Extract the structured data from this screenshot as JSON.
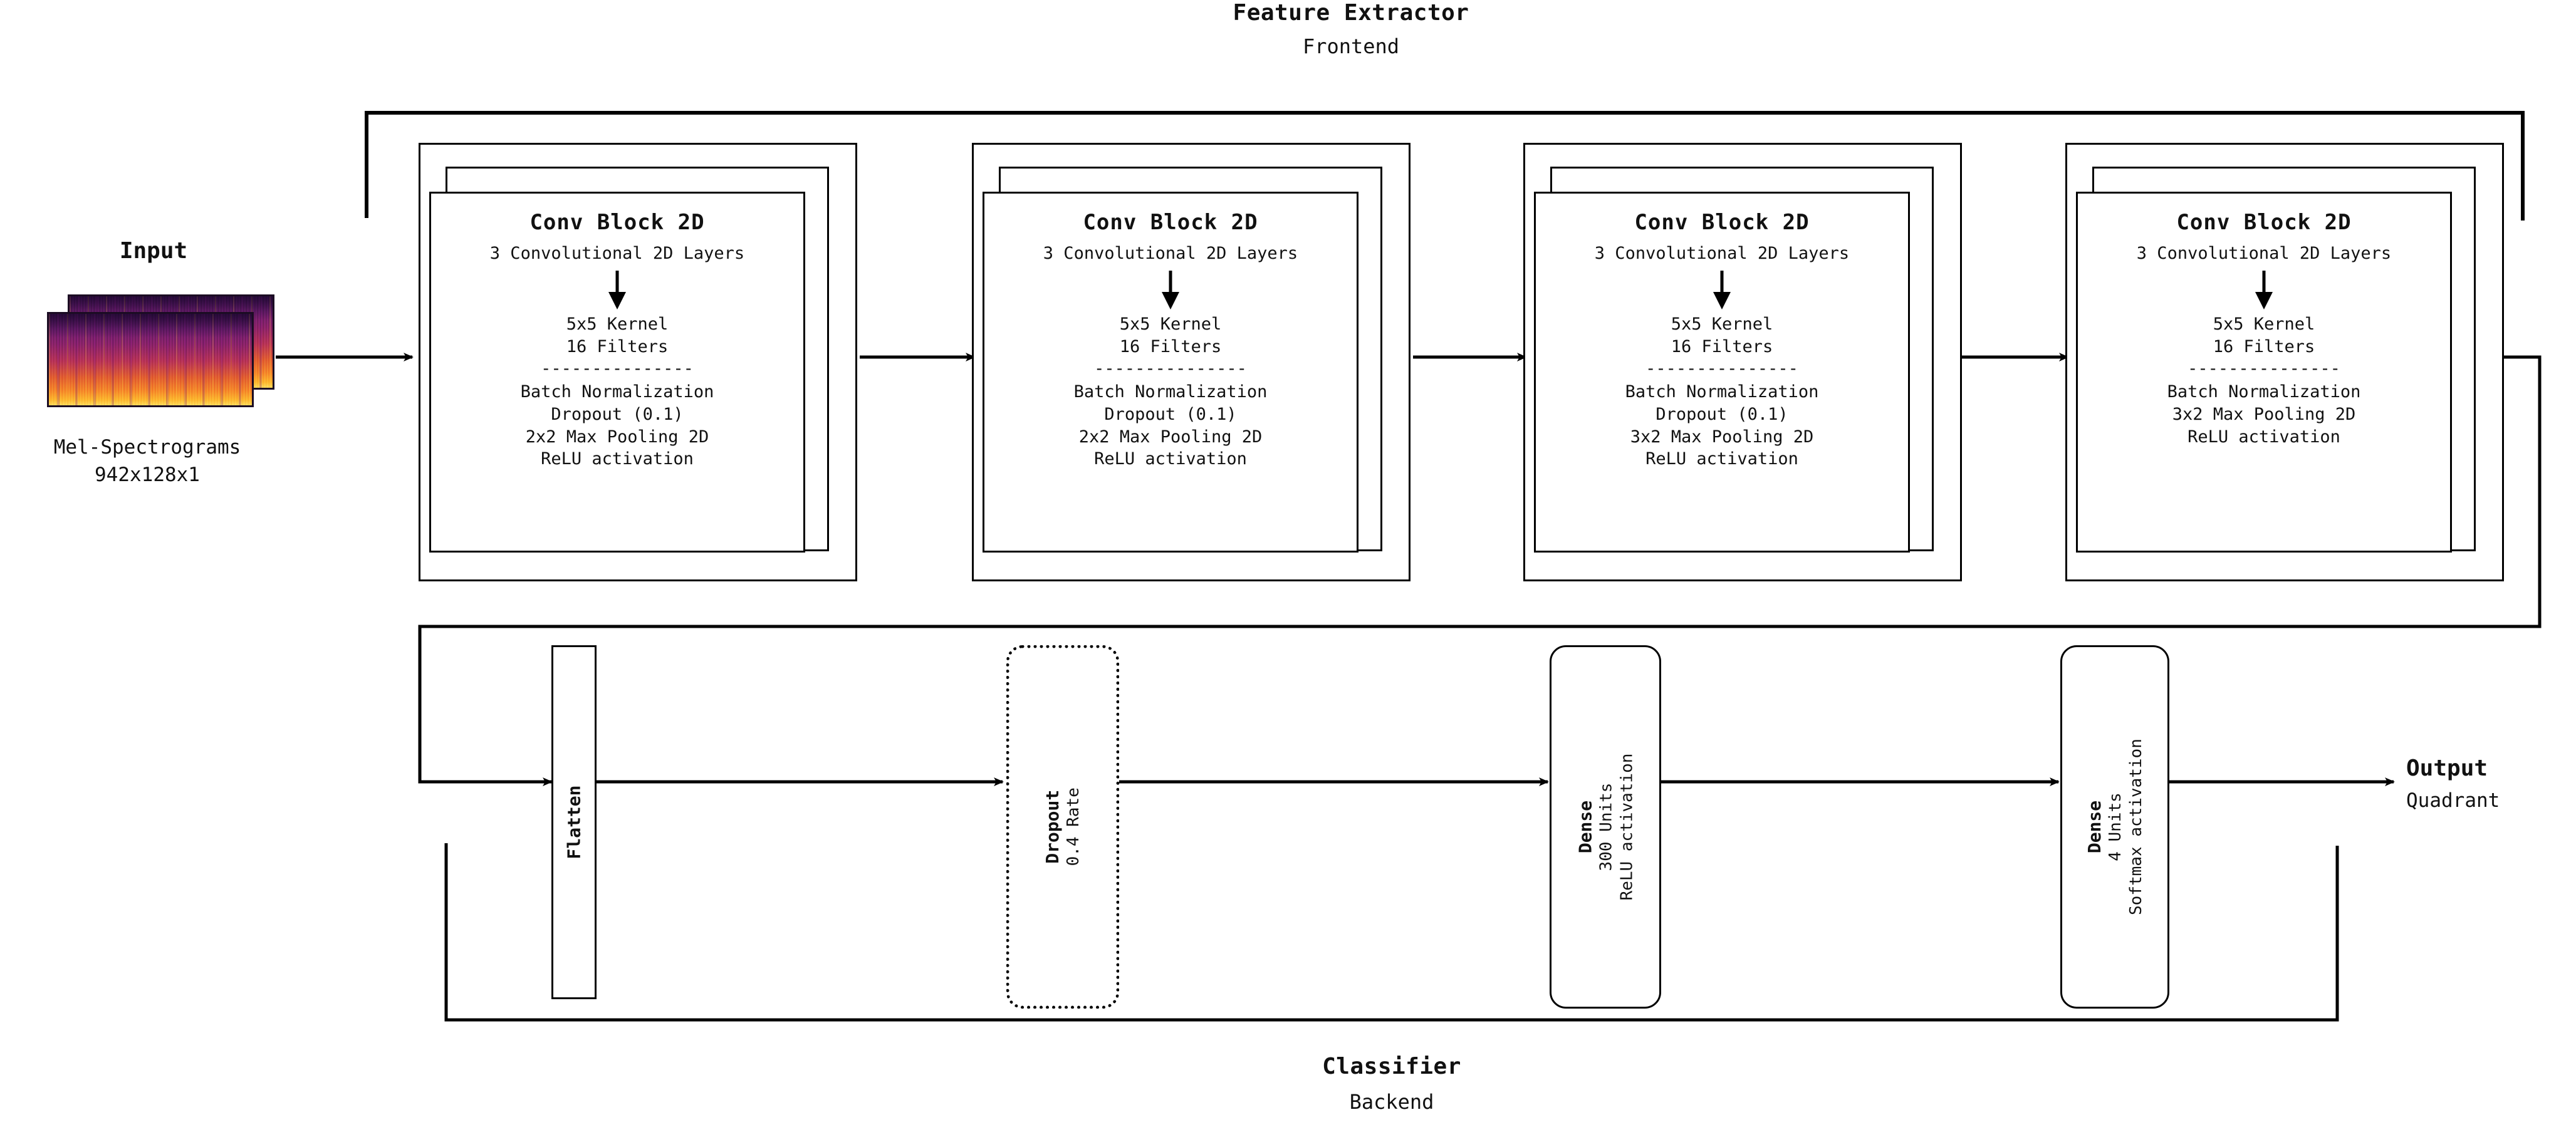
{
  "sections": {
    "frontend": {
      "title": "Feature Extractor",
      "subtitle": "Frontend"
    },
    "backend": {
      "title": "Classifier",
      "subtitle": "Backend"
    }
  },
  "input": {
    "title": "Input",
    "line1": "Mel-Spectrograms",
    "line2": "942x128x1",
    "icon": "mel-spectrogram-thumbnail"
  },
  "output": {
    "title": "Output",
    "subtitle": "Quadrant"
  },
  "conv_blocks": [
    {
      "title": "Conv Block 2D",
      "subtitle": "3 Convolutional 2D Layers",
      "arrow": "down-arrow-icon",
      "kernel": "5x5 Kernel",
      "filters": "16 Filters",
      "rule": "---------------",
      "details": [
        "Batch Normalization",
        "Dropout (0.1)",
        "2x2 Max Pooling 2D",
        "ReLU activation"
      ]
    },
    {
      "title": "Conv Block 2D",
      "subtitle": "3 Convolutional 2D Layers",
      "arrow": "down-arrow-icon",
      "kernel": "5x5 Kernel",
      "filters": "16 Filters",
      "rule": "---------------",
      "details": [
        "Batch Normalization",
        "Dropout (0.1)",
        "2x2 Max Pooling 2D",
        "ReLU activation"
      ]
    },
    {
      "title": "Conv Block 2D",
      "subtitle": "3 Convolutional 2D Layers",
      "arrow": "down-arrow-icon",
      "kernel": "5x5 Kernel",
      "filters": "16 Filters",
      "rule": "---------------",
      "details": [
        "Batch Normalization",
        "Dropout (0.1)",
        "3x2 Max Pooling 2D",
        "ReLU activation"
      ]
    },
    {
      "title": "Conv Block 2D",
      "subtitle": "3 Convolutional 2D Layers",
      "arrow": "down-arrow-icon",
      "kernel": "5x5 Kernel",
      "filters": "16 Filters",
      "rule": "---------------",
      "details": [
        "Batch Normalization",
        "3x2 Max Pooling 2D",
        "ReLU activation"
      ]
    }
  ],
  "classifier_blocks": [
    {
      "name": "Flatten",
      "line2": "",
      "line3": ""
    },
    {
      "name": "Dropout",
      "line2": "0.4 Rate",
      "line3": ""
    },
    {
      "name": "Dense",
      "line2": "300 Units",
      "line3": "ReLU activation"
    },
    {
      "name": "Dense",
      "line2": "4 Units",
      "line3": "Softmax activation"
    }
  ],
  "colors": {
    "stroke": "#000000",
    "background": "#ffffff",
    "spectrogram_low": "#2a0b3d",
    "spectrogram_mid": "#b83357",
    "spectrogram_high": "#fddb5c"
  }
}
